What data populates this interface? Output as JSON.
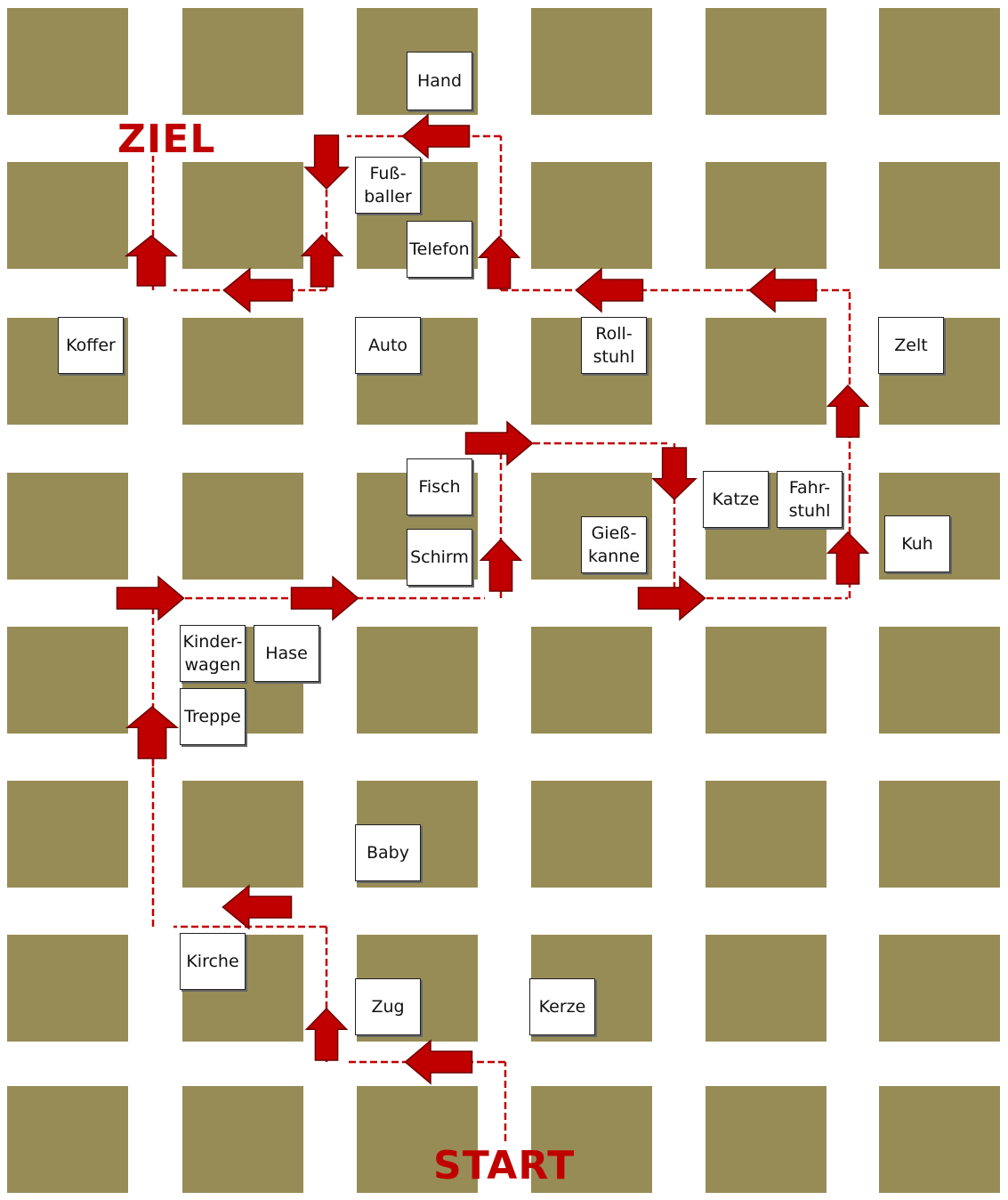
{
  "colors": {
    "block": "#978c56",
    "path": "#c00000",
    "arrow": "#c00000",
    "arrow_stroke": "#6d0000"
  },
  "labels": {
    "start": "START",
    "ziel": "ZIEL"
  },
  "cards": [
    {
      "text": "Hand"
    },
    {
      "text": "Fuß-\nballer"
    },
    {
      "text": "Telefon"
    },
    {
      "text": "Koffer"
    },
    {
      "text": "Auto"
    },
    {
      "text": "Roll-\nstuhl"
    },
    {
      "text": "Zelt"
    },
    {
      "text": "Fisch"
    },
    {
      "text": "Schirm"
    },
    {
      "text": "Gieß-\nkanne"
    },
    {
      "text": "Katze"
    },
    {
      "text": "Fahr-\nstuhl"
    },
    {
      "text": "Kuh"
    },
    {
      "text": "Kinder-\nwagen"
    },
    {
      "text": "Hase"
    },
    {
      "text": "Treppe"
    },
    {
      "text": "Baby"
    },
    {
      "text": "Kirche"
    },
    {
      "text": "Zug"
    },
    {
      "text": "Kerze"
    }
  ],
  "arrows": [
    {
      "direction": "left"
    },
    {
      "direction": "up"
    },
    {
      "direction": "left"
    },
    {
      "direction": "up"
    },
    {
      "direction": "up"
    },
    {
      "direction": "right"
    },
    {
      "direction": "right"
    },
    {
      "direction": "up"
    },
    {
      "direction": "right"
    },
    {
      "direction": "down"
    },
    {
      "direction": "right"
    },
    {
      "direction": "up"
    },
    {
      "direction": "up"
    },
    {
      "direction": "left"
    },
    {
      "direction": "left"
    },
    {
      "direction": "up"
    },
    {
      "direction": "left"
    },
    {
      "direction": "down"
    },
    {
      "direction": "left"
    },
    {
      "direction": "up"
    }
  ]
}
